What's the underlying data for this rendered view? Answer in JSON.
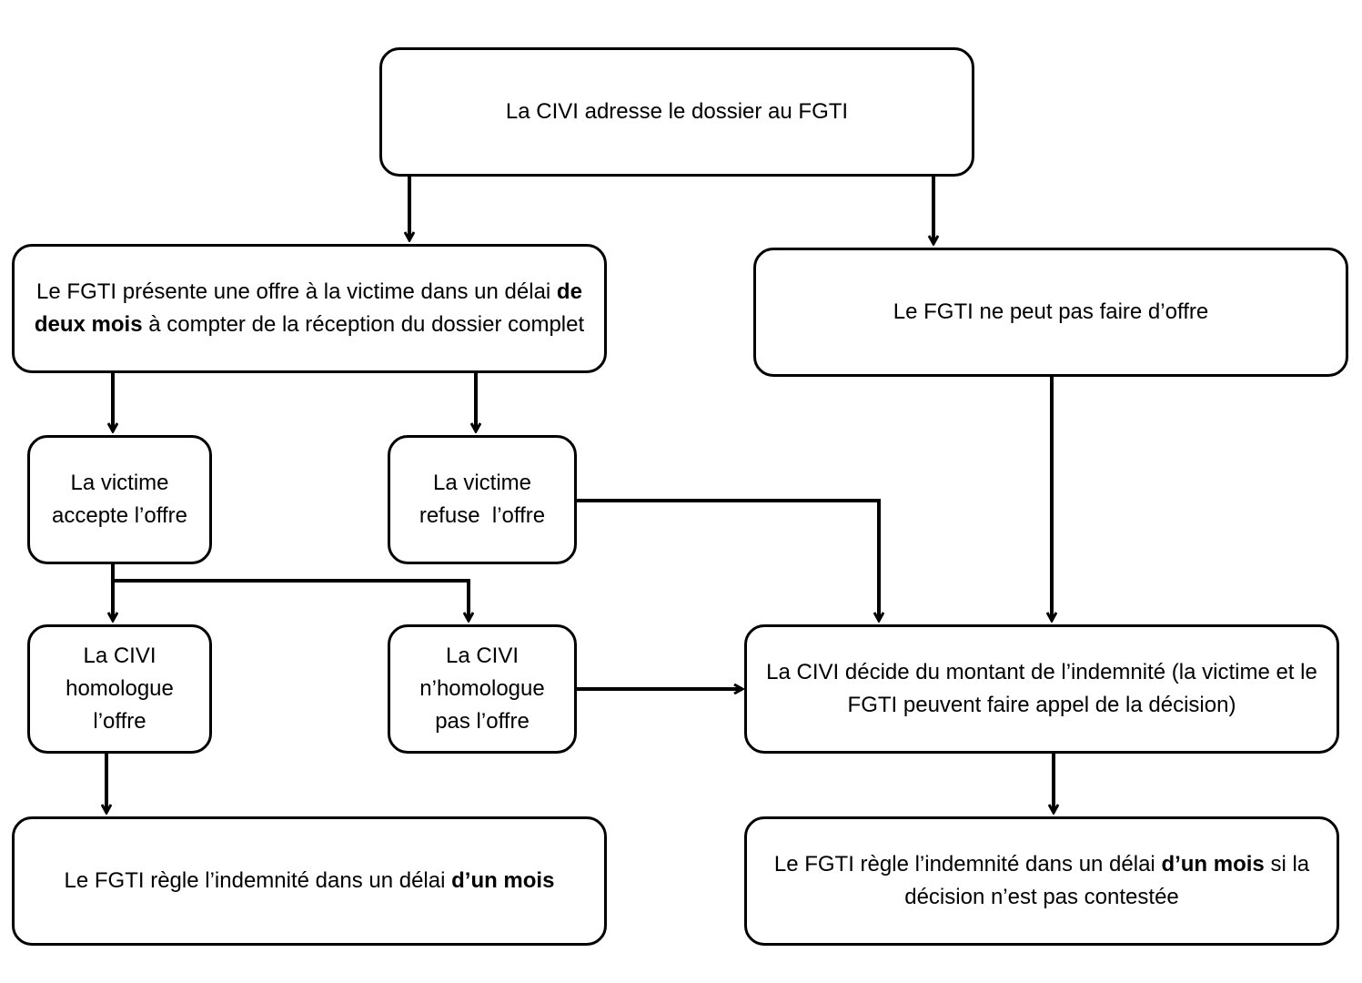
{
  "colors": {
    "stroke": "#000000",
    "background": "#ffffff"
  },
  "nodes": {
    "civi_sends": {
      "text": "La CIVI adresse le dossier au FGTI"
    },
    "fgti_offer": {
      "pre": "Le FGTI présente une offre à la victime dans un délai ",
      "bold": "de deux mois",
      "post": " à compter de la réception du dossier complet"
    },
    "fgti_no_offer": {
      "text": "Le FGTI ne peut pas faire d’offre"
    },
    "victim_accepts": {
      "line1": "La victime",
      "line2": "accepte l’offre"
    },
    "victim_refuses": {
      "line1": "La victime",
      "line2": "refuse  l’offre"
    },
    "civi_homologates": {
      "line1": "La CIVI",
      "line2": "homologue",
      "line3": "l’offre"
    },
    "civi_not_homologate": {
      "line1": "La CIVI",
      "line2": "n’homologue",
      "line3": "pas l’offre"
    },
    "civi_decides": {
      "text": "La CIVI décide du montant de l’indemnité (la victime et le FGTI peuvent faire appel de la décision)"
    },
    "fgti_pays_left": {
      "pre": "Le FGTI règle l’indemnité dans un délai ",
      "bold": "d’un mois"
    },
    "fgti_pays_right": {
      "pre": "Le FGTI règle l’indemnité dans un délai ",
      "bold": "d’un mois",
      "post": " si la décision n’est pas contestée"
    }
  }
}
